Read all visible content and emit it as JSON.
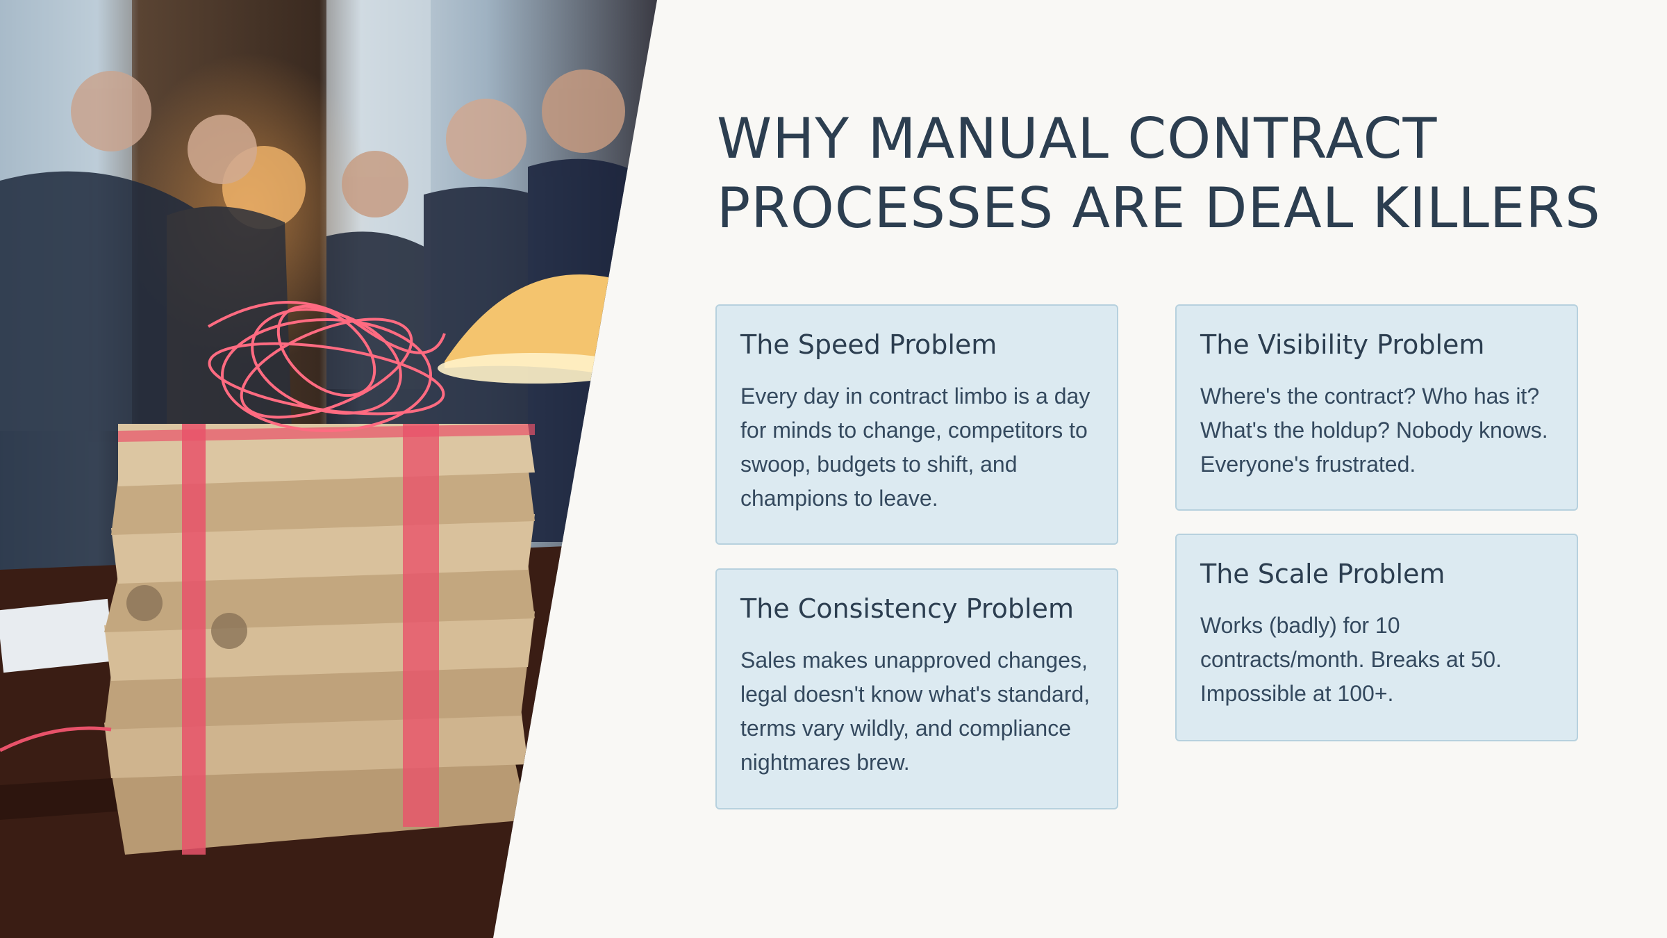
{
  "slide": {
    "title": "WHY MANUAL CONTRACT PROCESSES ARE DEAL KILLERS",
    "photo_icon": "contracts-bundle-photo"
  },
  "cards": {
    "speed": {
      "title": "The Speed Problem",
      "text": "Every day in contract limbo is a day for minds to change, competitors to swoop, budgets to shift, and champions to leave."
    },
    "consistency": {
      "title": "The Consistency Problem",
      "text": "Sales makes unapproved changes, legal doesn't know what's standard, terms vary wildly, and compliance nightmares brew."
    },
    "visibility": {
      "title": "The Visibility Problem",
      "text": "Where's the contract? Who has it? What's the holdup? Nobody knows. Everyone's frustrated."
    },
    "scale": {
      "title": "The Scale Problem",
      "text": "Works (badly) for 10 contracts/month. Breaks at 50. Impossible at 100+."
    }
  },
  "colors": {
    "background": "#f9f8f5",
    "heading": "#2c3e50",
    "card_fill": "#dceaf1",
    "card_border": "#b7d1de",
    "red_tape": "#e8526a"
  }
}
